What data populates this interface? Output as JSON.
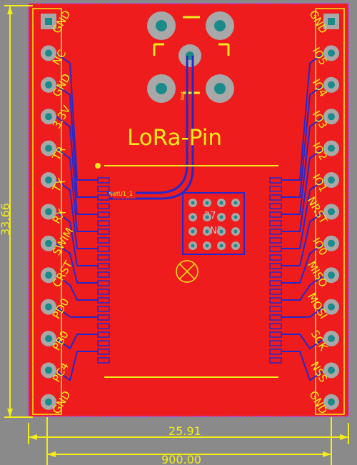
{
  "board": {
    "title": "LoRa-Pin",
    "net_label": "NetU1_1",
    "via_label": "Net",
    "chip_label_1": "27",
    "chip_label_2": "GND"
  },
  "pins_left": [
    "GND",
    "NC",
    "GND",
    "3.3V",
    "TR",
    "TX",
    "RX",
    "SWIM",
    "CRST",
    "PD0",
    "PB0",
    "PC4",
    "GND"
  ],
  "pins_right": [
    "GND",
    "IO5",
    "IO4",
    "IO3",
    "IO2",
    "IO1",
    "NRST",
    "IO0",
    "MISO",
    "MOSI",
    "SCK",
    "NSS",
    "GND"
  ],
  "dimensions": {
    "height": "33.66",
    "width_inner": "25.91",
    "width_outer": "900.00"
  },
  "colors": {
    "background": "#8a8a8a",
    "board": "#ee1c1c",
    "trace": "#2828c8",
    "silk": "#f2ec1a",
    "outline": "#c040c0"
  }
}
